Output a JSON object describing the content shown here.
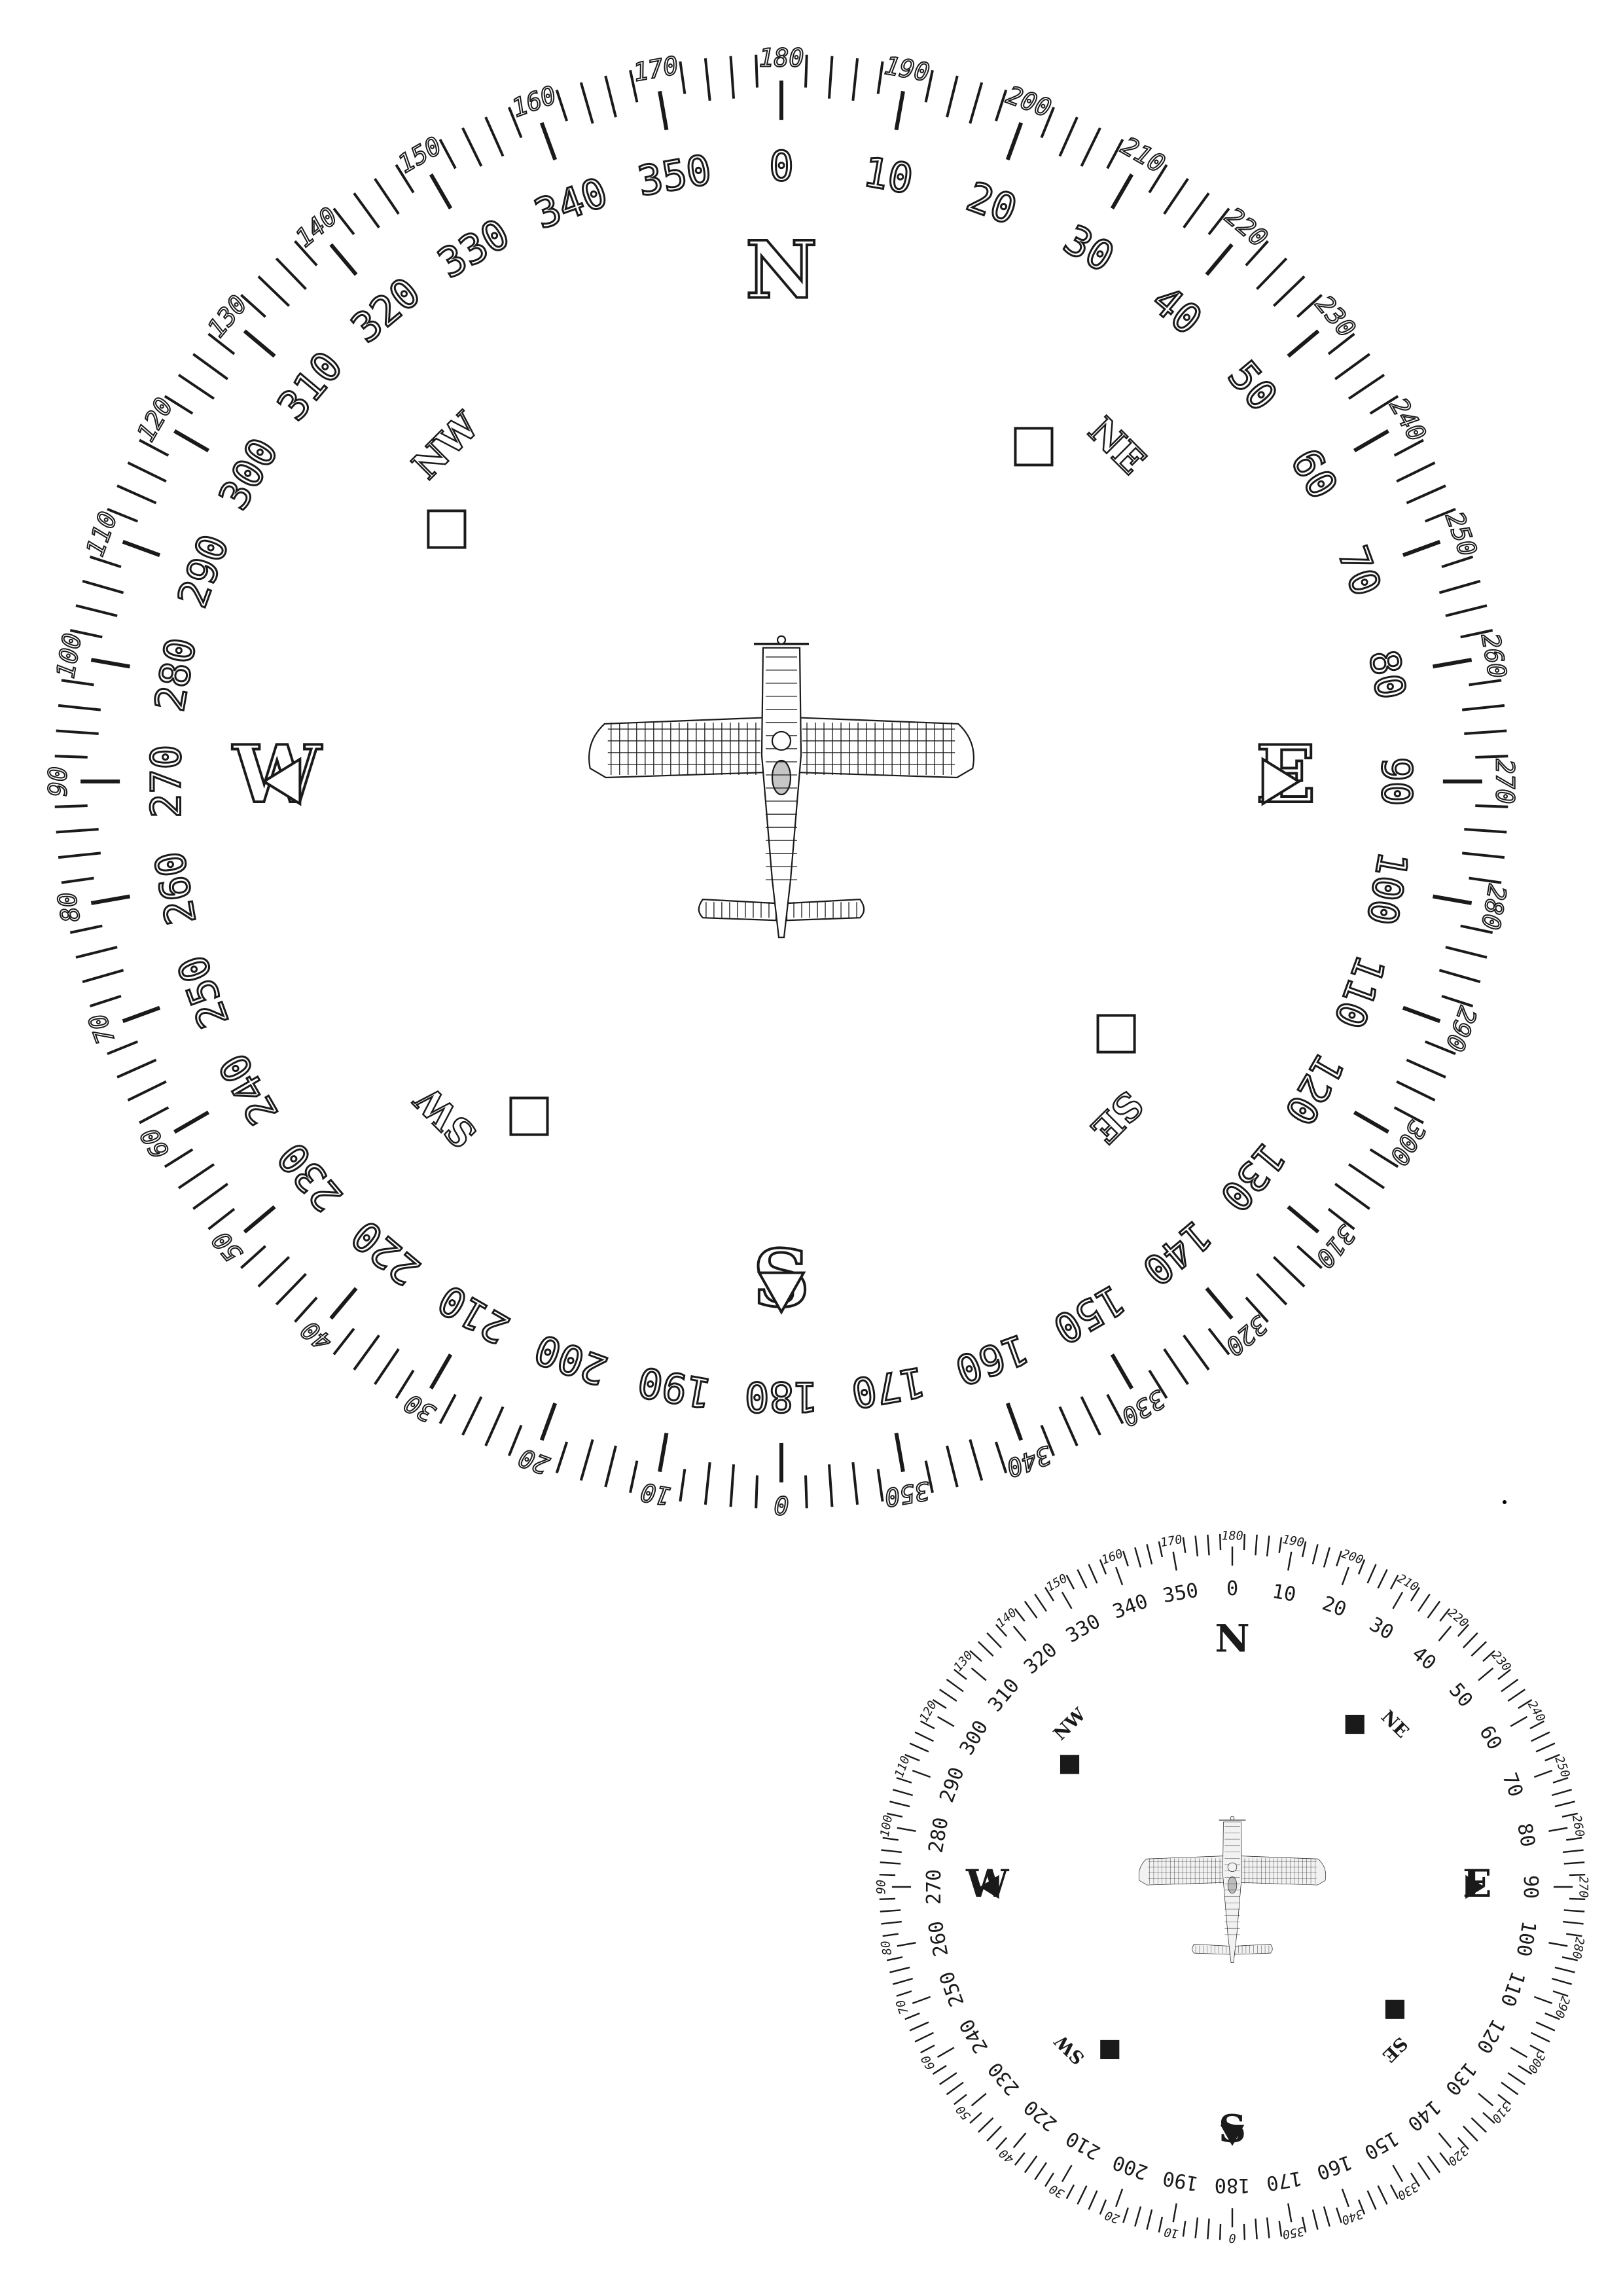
{
  "cardinals": [
    {
      "label": "N",
      "bearing": 0
    },
    {
      "label": "E",
      "bearing": 90
    },
    {
      "label": "S",
      "bearing": 180
    },
    {
      "label": "W",
      "bearing": 270
    }
  ],
  "intercardinals": [
    {
      "label": "NE",
      "bearing": 45
    },
    {
      "label": "SE",
      "bearing": 135
    },
    {
      "label": "SW",
      "bearing": 225
    },
    {
      "label": "NW",
      "bearing": 315
    }
  ],
  "inner_scale": {
    "labels": [
      "0",
      "10",
      "20",
      "30",
      "40",
      "50",
      "60",
      "70",
      "80",
      "90",
      "100",
      "110",
      "120",
      "130",
      "140",
      "150",
      "160",
      "170",
      "180",
      "190",
      "200",
      "210",
      "220",
      "230",
      "240",
      "250",
      "260",
      "270",
      "280",
      "290",
      "300",
      "310",
      "320",
      "330",
      "340",
      "350"
    ]
  },
  "outer_scale": {
    "labels": [
      "180",
      "190",
      "200",
      "210",
      "220",
      "230",
      "240",
      "250",
      "260",
      "270",
      "280",
      "290",
      "300",
      "310",
      "320",
      "330",
      "340",
      "350",
      "0",
      "10",
      "20",
      "30",
      "40",
      "50",
      "60",
      "70",
      "80",
      "90",
      "100",
      "110",
      "120",
      "130",
      "140",
      "150",
      "160",
      "170"
    ]
  },
  "colors": {
    "ink": "#1a1a1a",
    "paper": "#ffffff",
    "fill_small": "#000000"
  },
  "compasses": [
    {
      "id": "large",
      "style": "outline"
    },
    {
      "id": "small",
      "style": "solid"
    }
  ]
}
